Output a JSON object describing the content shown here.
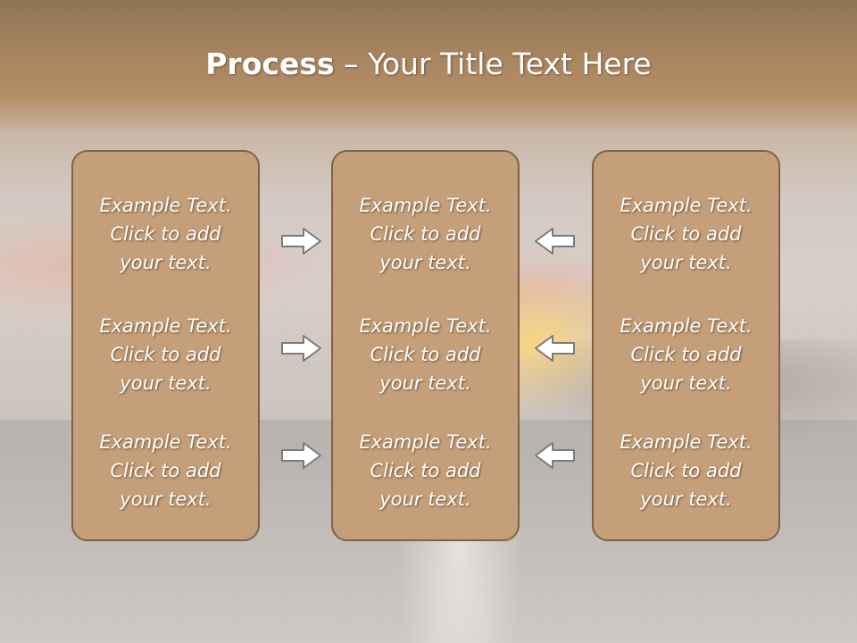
{
  "slide": {
    "title_bold": "Process",
    "title_rest": " – Your Title Text Here"
  },
  "diagram": {
    "columns": [
      {
        "blocks": [
          {
            "lines": [
              "Example Text.",
              "Click  to add",
              "your text."
            ]
          },
          {
            "lines": [
              "Example Text.",
              "Click  to add",
              "your text."
            ]
          },
          {
            "lines": [
              "Example Text.",
              "Click  to add",
              "your text."
            ]
          }
        ]
      },
      {
        "blocks": [
          {
            "lines": [
              "Example Text.",
              "Click  to add",
              "your text."
            ]
          },
          {
            "lines": [
              "Example Text.",
              "Click  to add",
              "your text."
            ]
          },
          {
            "lines": [
              "Example Text.",
              "Click  to add",
              "your text."
            ]
          }
        ]
      },
      {
        "blocks": [
          {
            "lines": [
              "Example Text.",
              "Click  to add",
              "your text."
            ]
          },
          {
            "lines": [
              "Example Text.",
              "Click  to add",
              "your text."
            ]
          },
          {
            "lines": [
              "Example Text.",
              "Click  to add",
              "your text."
            ]
          }
        ]
      }
    ],
    "arrows": [
      {
        "direction": "right",
        "icon": "arrow-right-icon"
      },
      {
        "direction": "right",
        "icon": "arrow-right-icon"
      },
      {
        "direction": "right",
        "icon": "arrow-right-icon"
      },
      {
        "direction": "left",
        "icon": "arrow-left-icon"
      },
      {
        "direction": "left",
        "icon": "arrow-left-icon"
      },
      {
        "direction": "left",
        "icon": "arrow-left-icon"
      }
    ],
    "colors": {
      "panel_fill": "#c49f79",
      "panel_border": "#7d6448",
      "arrow_fill": "#ffffff",
      "arrow_stroke": "#7a7a7a"
    }
  }
}
